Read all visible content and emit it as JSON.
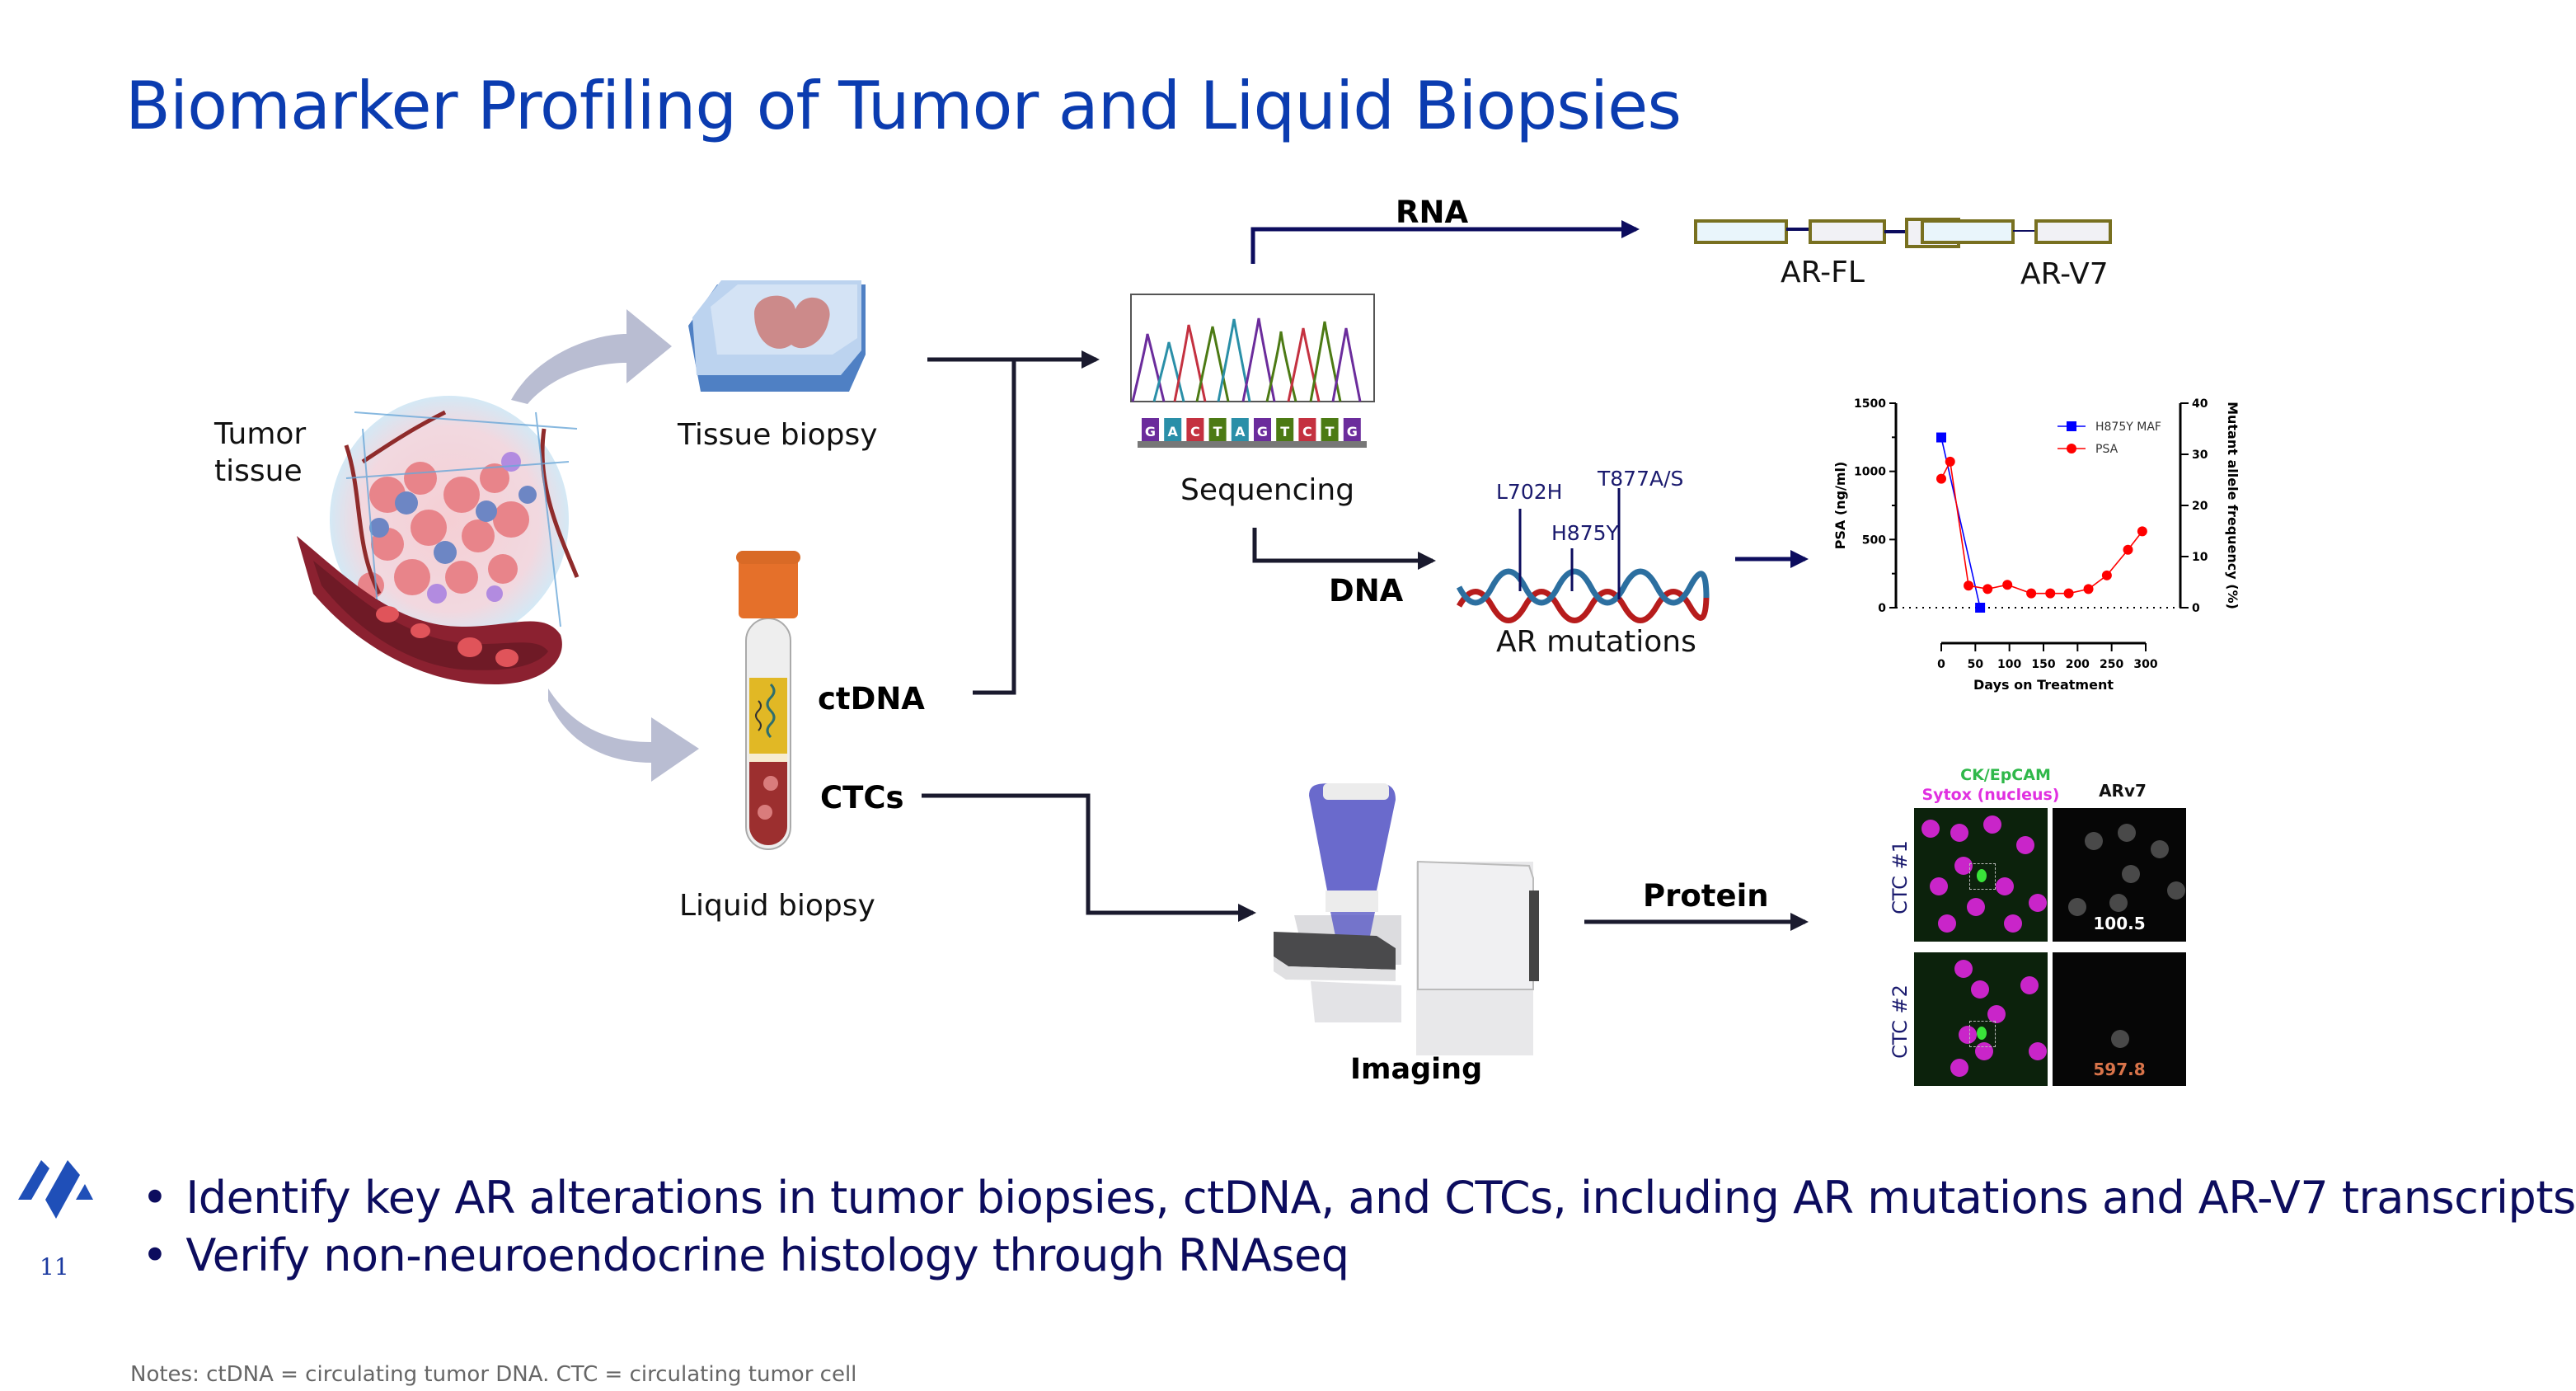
{
  "slide": {
    "title": "Biomarker Profiling of Tumor and Liquid Biopsies",
    "page_number": "11",
    "notes": "Notes: ctDNA = circulating tumor DNA. CTC = circulating tumor cell",
    "bullets": [
      "Identify key AR alterations in tumor biopsies, ctDNA, and CTCs, including AR mutations and AR-V7 transcripts",
      "Verify non-neuroendocrine histology through RNAseq"
    ],
    "colors": {
      "title": "#0b3cb0",
      "bullet_text": "#0c0c5e",
      "logo_bg": "#ffee00",
      "logo_mark": "#1f4fb8"
    }
  },
  "diagram": {
    "tumor_label_line1": "Tumor",
    "tumor_label_line2": "tissue",
    "tissue_biopsy_label": "Tissue biopsy",
    "liquid_biopsy_label": "Liquid biopsy",
    "ctdna_label": "ctDNA",
    "ctcs_label": "CTCs",
    "sequencing_label": "Sequencing",
    "sequence_bases": [
      "G",
      "A",
      "C",
      "T",
      "A",
      "G",
      "T",
      "C",
      "T",
      "G"
    ],
    "rna_label": "RNA",
    "dna_label": "DNA",
    "protein_label": "Protein",
    "imaging_label": "Imaging",
    "ar_fl_label": "AR-FL",
    "ar_v7_label": "AR-V7",
    "ar_mutations_label": "AR mutations",
    "mutations": [
      "L702H",
      "H875Y",
      "T877A/S"
    ]
  },
  "ctc_panel": {
    "header_stain_1": "CK/EpCAM",
    "header_stain_2": "Sytox (nucleus)",
    "header_arv7": "ARv7",
    "rows": [
      {
        "label": "CTC #1",
        "arv7_value": "100.5",
        "value_color": "#ffffff"
      },
      {
        "label": "CTC #2",
        "arv7_value": "597.8",
        "value_color": "#d9744a"
      }
    ]
  },
  "chart_data": {
    "type": "line",
    "title": "",
    "xlabel": "Days on Treatment",
    "ylabel": "PSA (ng/ml)",
    "y2label": "Mutant allele frequency (%)",
    "xlim": [
      0,
      300
    ],
    "ylim": [
      0,
      1500
    ],
    "y2lim": [
      0,
      40
    ],
    "xticks": [
      0,
      50,
      100,
      150,
      200,
      250,
      300
    ],
    "yticks": [
      0,
      500,
      1000,
      1500
    ],
    "y2ticks": [
      0,
      10,
      20,
      30,
      40
    ],
    "legend_position": "top-right",
    "grid": false,
    "series": [
      {
        "name": "H875Y MAF",
        "axis": "right",
        "color": "#0000ff",
        "marker": "square",
        "x": [
          0,
          57
        ],
        "y": [
          33.3,
          0
        ]
      },
      {
        "name": "PSA",
        "axis": "left",
        "color": "#ff0000",
        "marker": "circle",
        "x": [
          0,
          13,
          40,
          68,
          97,
          132,
          160,
          187,
          216,
          243,
          274,
          295
        ],
        "y": [
          946,
          1071,
          162,
          137,
          168,
          105,
          105,
          105,
          137,
          237,
          425,
          560
        ]
      }
    ]
  }
}
